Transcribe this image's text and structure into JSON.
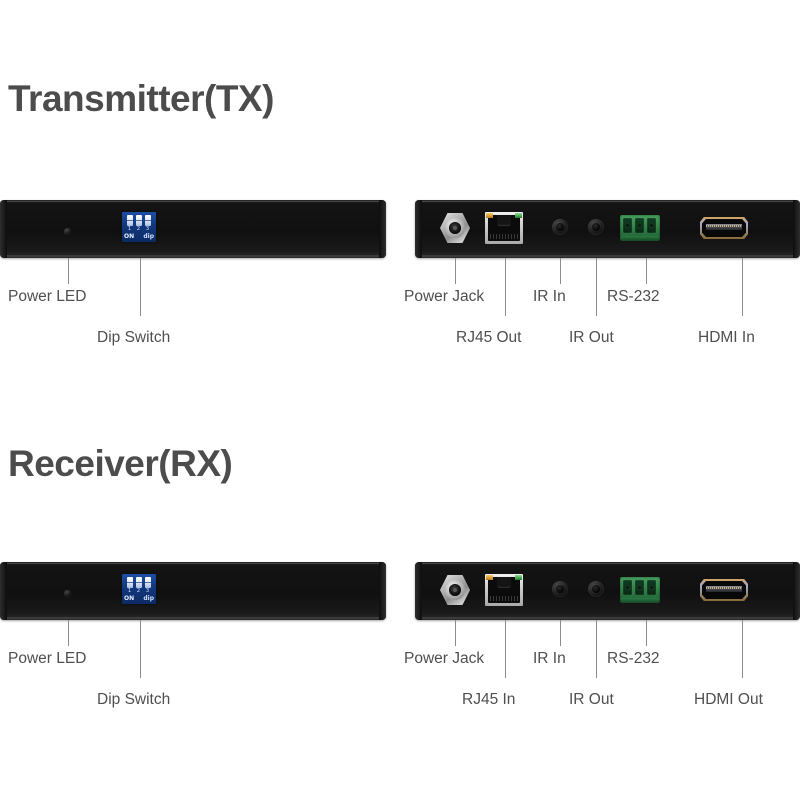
{
  "page": {
    "background": "#ffffff",
    "title_color": "#4c4c4c",
    "label_color": "#4f4f4f",
    "leader_color": "#8c8c8c"
  },
  "sections": [
    {
      "title": "Transmitter(TX)",
      "front_panel": {
        "dip_switch": {
          "numbers": [
            "1",
            "2",
            "3"
          ],
          "on_label": "ON",
          "dip_label": "dip"
        }
      },
      "front_callouts": [
        {
          "label": "Power LED"
        },
        {
          "label": "Dip Switch"
        }
      ],
      "rear_callouts": [
        {
          "label": "Power Jack"
        },
        {
          "label": "RJ45 Out"
        },
        {
          "label": "IR In"
        },
        {
          "label": "IR Out"
        },
        {
          "label": "RS-232"
        },
        {
          "label": "HDMI In"
        }
      ]
    },
    {
      "title": "Receiver(RX)",
      "front_panel": {
        "dip_switch": {
          "numbers": [
            "1",
            "2",
            "3"
          ],
          "on_label": "ON",
          "dip_label": "dip"
        }
      },
      "front_callouts": [
        {
          "label": "Power LED"
        },
        {
          "label": "Dip Switch"
        }
      ],
      "rear_callouts": [
        {
          "label": "Power Jack"
        },
        {
          "label": "RJ45 In"
        },
        {
          "label": "IR In"
        },
        {
          "label": "IR Out"
        },
        {
          "label": "RS-232"
        },
        {
          "label": "HDMI Out"
        }
      ]
    }
  ]
}
